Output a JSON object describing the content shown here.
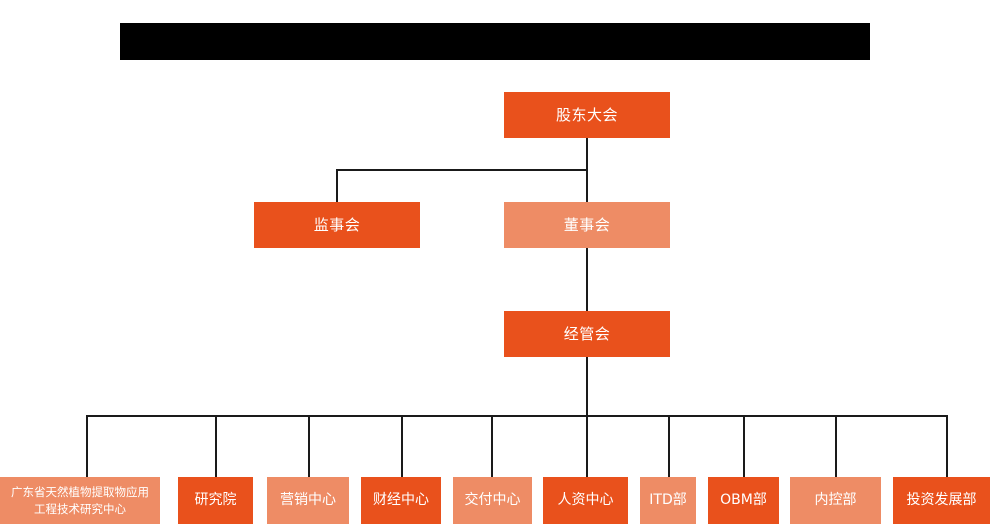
{
  "page": {
    "title_bar": {
      "name": "redacted-title-bar",
      "color": "#000000",
      "text": ""
    },
    "colors": {
      "accent_dark": "#E9511C",
      "accent_light": "#EE8C65",
      "connector": "#1a1a1a",
      "background": "#FFFFFF",
      "node_text": "#FFFFFF"
    }
  },
  "chart_data": {
    "type": "org-chart",
    "title": "",
    "levels": [
      {
        "level": 1,
        "nodes": [
          {
            "id": "shareholders",
            "label": "股东大会",
            "tone": "dark"
          }
        ]
      },
      {
        "level": 2,
        "nodes": [
          {
            "id": "supervisors",
            "label": "监事会",
            "tone": "dark"
          },
          {
            "id": "directors",
            "label": "董事会",
            "tone": "light"
          }
        ]
      },
      {
        "level": 3,
        "nodes": [
          {
            "id": "management",
            "label": "经管会",
            "tone": "dark"
          }
        ]
      },
      {
        "level": 4,
        "nodes": [
          {
            "id": "research-center",
            "label": "广东省天然植物提取物应用工程技术研究中心",
            "tone": "light"
          },
          {
            "id": "institute",
            "label": "研究院",
            "tone": "dark"
          },
          {
            "id": "marketing-center",
            "label": "营销中心",
            "tone": "light"
          },
          {
            "id": "finance-center",
            "label": "财经中心",
            "tone": "dark"
          },
          {
            "id": "delivery-center",
            "label": "交付中心",
            "tone": "light"
          },
          {
            "id": "hr-center",
            "label": "人资中心",
            "tone": "dark"
          },
          {
            "id": "itd-dept",
            "label": "ITD部",
            "tone": "light"
          },
          {
            "id": "obm-dept",
            "label": "OBM部",
            "tone": "dark"
          },
          {
            "id": "internal-control-dept",
            "label": "内控部",
            "tone": "light"
          },
          {
            "id": "investment-dev-dept",
            "label": "投资发展部",
            "tone": "dark"
          }
        ]
      }
    ],
    "edges": [
      {
        "from": "shareholders",
        "to": "supervisors"
      },
      {
        "from": "shareholders",
        "to": "directors"
      },
      {
        "from": "directors",
        "to": "management"
      },
      {
        "from": "management",
        "to": "research-center"
      },
      {
        "from": "management",
        "to": "institute"
      },
      {
        "from": "management",
        "to": "marketing-center"
      },
      {
        "from": "management",
        "to": "finance-center"
      },
      {
        "from": "management",
        "to": "delivery-center"
      },
      {
        "from": "management",
        "to": "hr-center"
      },
      {
        "from": "management",
        "to": "itd-dept"
      },
      {
        "from": "management",
        "to": "obm-dept"
      },
      {
        "from": "management",
        "to": "internal-control-dept"
      },
      {
        "from": "management",
        "to": "investment-dev-dept"
      }
    ]
  }
}
